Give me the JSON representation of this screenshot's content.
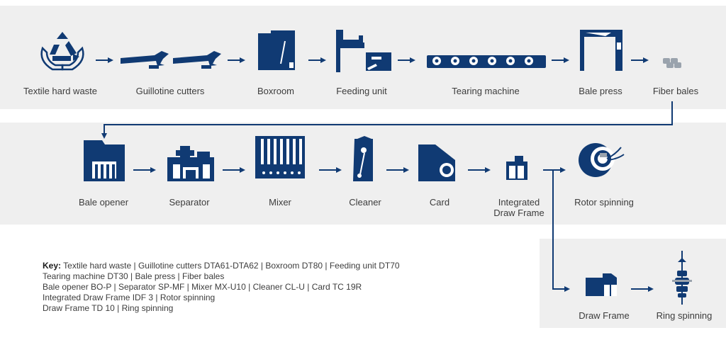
{
  "stages": {
    "textile_hard_waste": "Textile hard waste",
    "guillotine_cutters": "Guillotine cutters",
    "boxroom": "Boxroom",
    "feeding_unit": "Feeding unit",
    "tearing_machine": "Tearing machine",
    "bale_press": "Bale press",
    "fiber_bales": "Fiber bales",
    "bale_opener": "Bale opener",
    "separator": "Separator",
    "mixer": "Mixer",
    "cleaner": "Cleaner",
    "card": "Card",
    "integrated_draw_frame": "Integrated Draw Frame",
    "rotor_spinning": "Rotor spinning",
    "draw_frame": "Draw Frame",
    "ring_spinning": "Ring spinning"
  },
  "key": {
    "title": "Key:",
    "lines": [
      "Textile hard waste  |  Guillotine cutters DTA61-DTA62  |  Boxroom DT80  |  Feeding unit DT70",
      "Tearing machine DT30  |  Bale press  |  Fiber bales",
      "Bale opener BO-P  |  Separator SP-MF  |  Mixer MX-U10  |  Cleaner CL-U  |  Card TC 19R",
      "Integrated Draw Frame IDF 3  |  Rotor spinning",
      "Draw Frame TD 10  |  Ring spinning"
    ]
  },
  "colors": {
    "icon": "#103a73",
    "band": "#efefef",
    "text": "#3c3c3c",
    "bale_gray": "#9aa3ad"
  },
  "icons": [
    "recycle-hands-icon",
    "guillotine-cutter-icon",
    "boxroom-icon",
    "feeding-unit-icon",
    "tearing-machine-icon",
    "bale-press-icon",
    "fiber-bales-icon",
    "bale-opener-icon",
    "separator-icon",
    "mixer-icon",
    "cleaner-icon",
    "card-icon",
    "draw-frame-icon",
    "rotor-spinning-icon",
    "ring-spinning-icon"
  ]
}
